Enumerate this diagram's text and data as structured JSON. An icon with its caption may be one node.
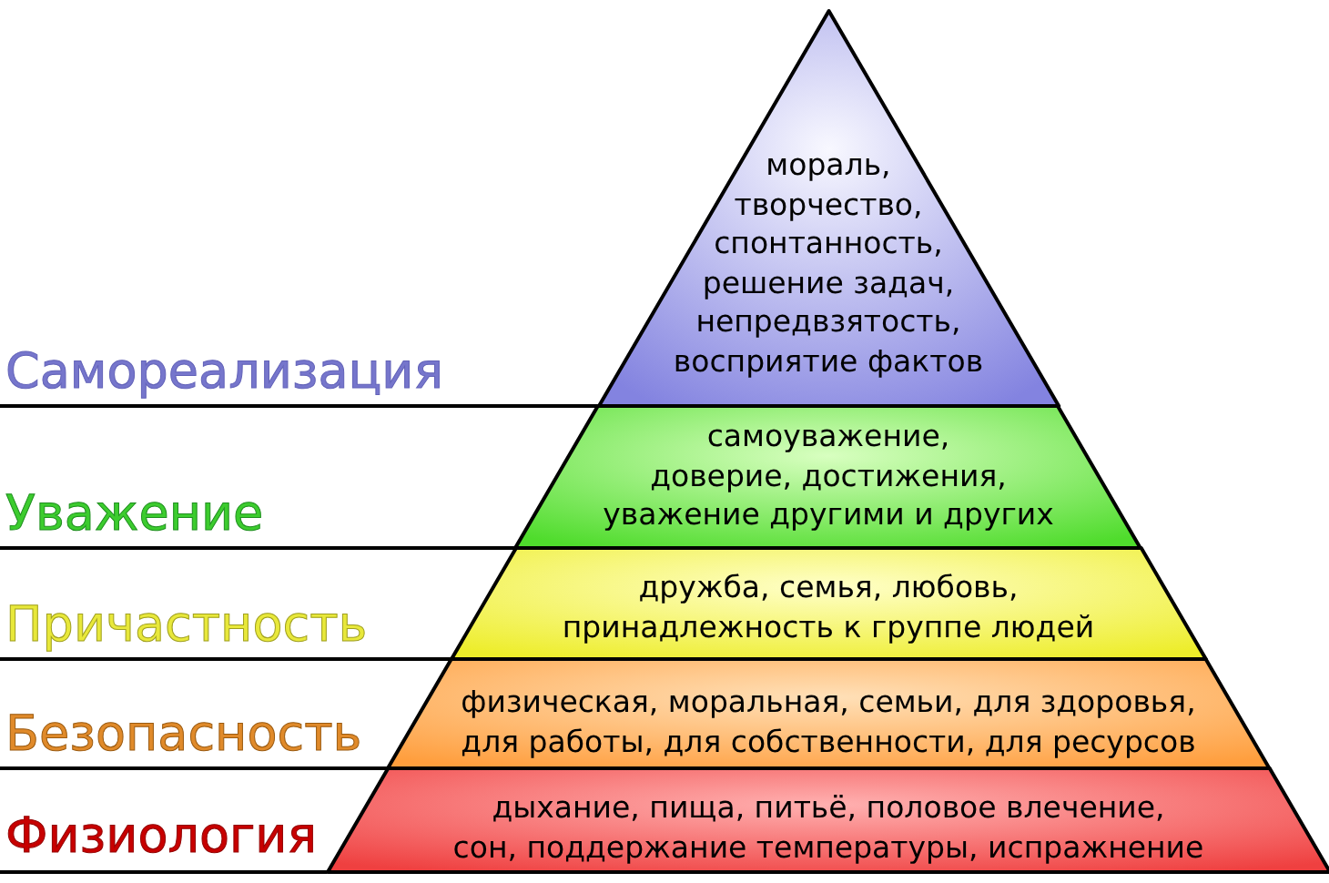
{
  "diagram": {
    "nodes": [
      {
        "text": [
          "мораль, творчество, спонтанность, решение задач, непредвзятость, восприятие фактов"
        ]
      },
      {
        "text": [
          "самоуважение, доверие, достижения, уважение другими и других"
        ]
      },
      {
        "text": [
          "дружба, семья, любовь, принадлежность к группе людей"
        ]
      },
      {
        "text": [
          "физическая, моральная, семьи, для здоровья, для работы, для собственности, для ресурсов"
        ]
      },
      {
        "text": [
          "дыхание, пища, питьё, половое влечение, сон, поддержание температуры, испражнение"
        ]
      }
    ],
    "labels": [
      "Самореализация",
      "Уважение",
      "Причастность",
      "Безопасность",
      "Физиология"
    ]
  }
}
